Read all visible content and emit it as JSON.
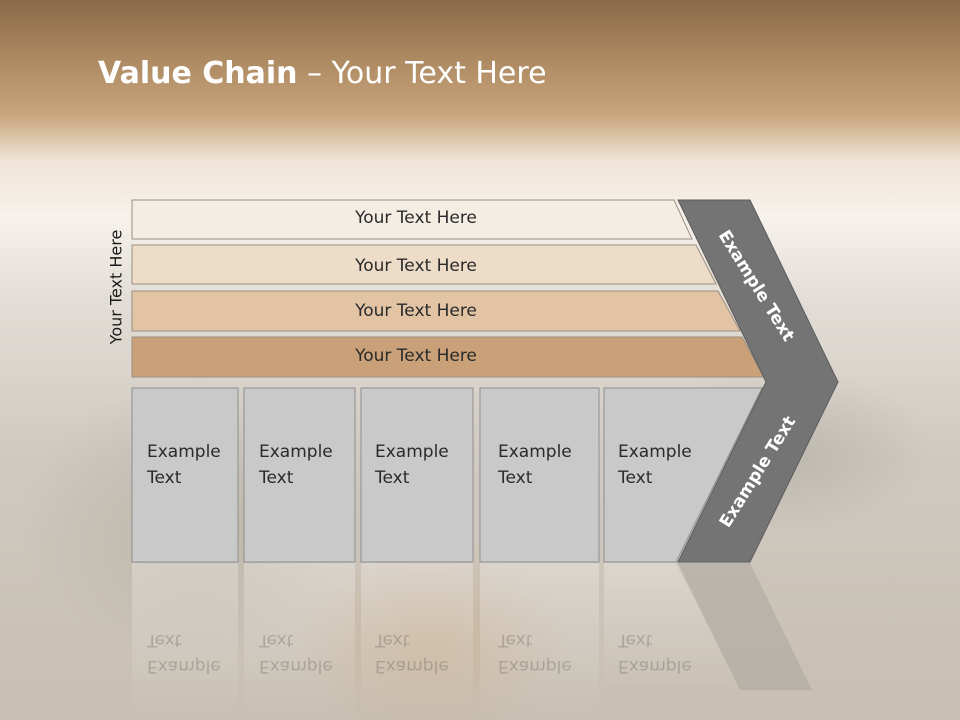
{
  "slide": {
    "title_bold": "Value Chain",
    "title_rest": " – Your Text Here",
    "side_label": "Your Text Here",
    "bands": [
      "Your Text Here",
      "Your Text Here",
      "Your Text Here",
      "Your Text Here"
    ],
    "boxes": [
      "Example\nText",
      "Example\nText",
      "Example\nText",
      "Example\nText",
      "Example\nText"
    ],
    "arrow_upper": "Example Text",
    "arrow_lower": "Example Text"
  },
  "colors": {
    "band_fills": [
      "#f3ede4",
      "#ecdcc8",
      "#e2c4a4",
      "#c9a077"
    ],
    "box_fill": "#c9c9c9",
    "arrow_fill": "#747474"
  }
}
